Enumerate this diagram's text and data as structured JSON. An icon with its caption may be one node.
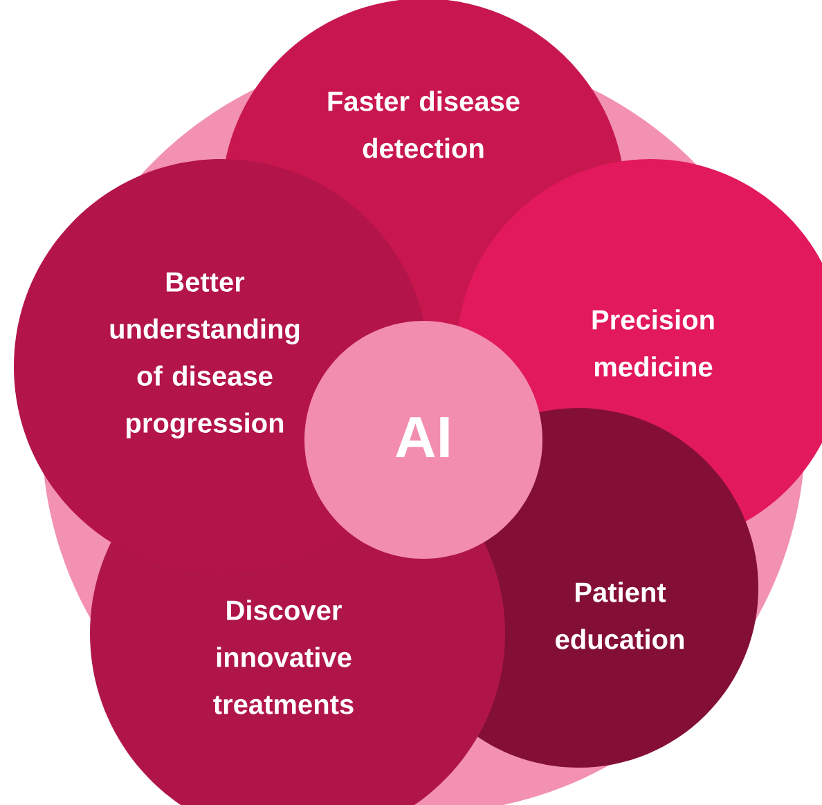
{
  "diagram": {
    "nodes": [
      {
        "text": [
          "Faster disease detection"
        ]
      },
      {
        "text": [
          "Better understanding of disease progression"
        ]
      },
      {
        "text": [
          "Precision medicine"
        ]
      },
      {
        "text": [
          "AI"
        ]
      },
      {
        "text": [
          "Patient education"
        ]
      },
      {
        "text": [
          "Discover innovative treatments"
        ]
      }
    ]
  }
}
